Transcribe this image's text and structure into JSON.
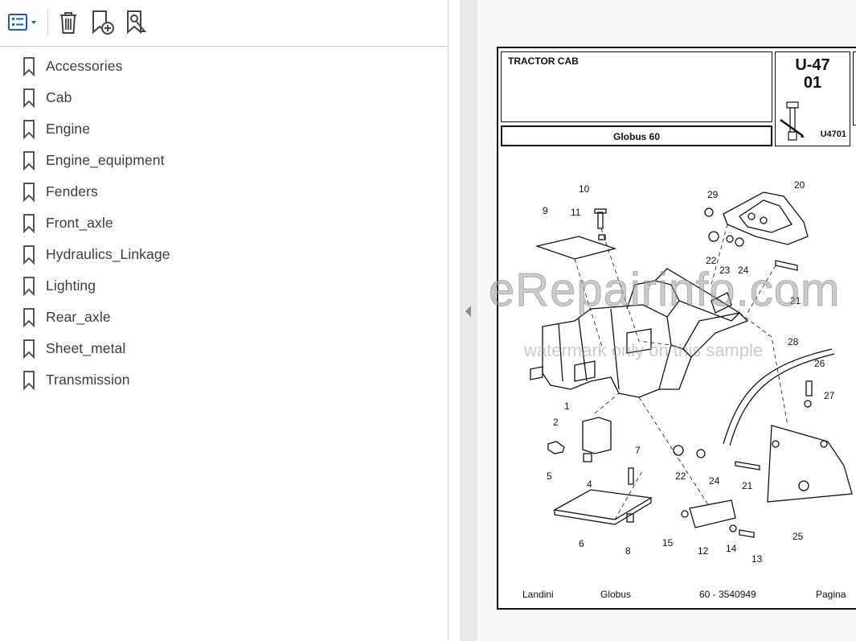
{
  "toolbar": {
    "options_icon": "list-options-icon",
    "delete_icon": "trash-icon",
    "add_bookmark_icon": "bookmark-add-icon",
    "find_bookmark_icon": "bookmark-search-icon"
  },
  "bookmarks": [
    {
      "label": "Accessories"
    },
    {
      "label": "Cab"
    },
    {
      "label": "Engine"
    },
    {
      "label": "Engine_equipment"
    },
    {
      "label": "Fenders"
    },
    {
      "label": "Front_axle"
    },
    {
      "label": "Hydraulics_Linkage"
    },
    {
      "label": "Lighting"
    },
    {
      "label": "Rear_axle"
    },
    {
      "label": "Sheet_metal"
    },
    {
      "label": "Transmission"
    }
  ],
  "document": {
    "title": "TRACTOR CAB",
    "model": "Globus 60",
    "code_line1": "U-47",
    "code_line2": "01",
    "code_ref": "U4701",
    "watermark": "eRepairinfo.com",
    "watermark_sub": "watermark only on this sample",
    "footer": {
      "brand": "Landini",
      "series": "Globus",
      "part_no": "60 - 3540949",
      "page": "Pagina"
    },
    "part_numbers": [
      "1",
      "2",
      "4",
      "5",
      "6",
      "7",
      "8",
      "9",
      "10",
      "11",
      "12",
      "13",
      "14",
      "15",
      "20",
      "21",
      "22",
      "23",
      "24",
      "25",
      "26",
      "27",
      "28",
      "29"
    ]
  }
}
